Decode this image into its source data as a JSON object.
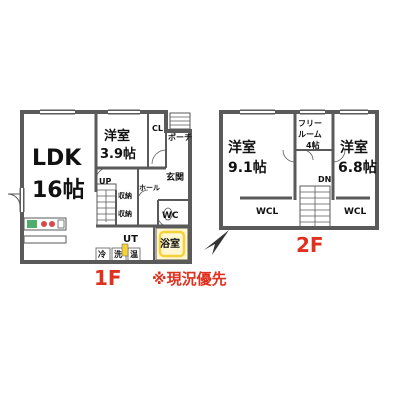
{
  "colors": {
    "wall": "#5a5a5a",
    "accent_red": "#e0301e",
    "fixture_yellow": "#f6d23a",
    "kitchen_green": "#4fae6e",
    "kitchen_red": "#d84a4a"
  },
  "floor1": {
    "label": "1F",
    "rooms": {
      "ldk_line1": "LDK",
      "ldk_line2": "16帖",
      "yoshitsu_line1": "洋室",
      "yoshitsu_line2": "3.9帖",
      "cl": "CL",
      "porch": "ポーチ",
      "up": "UP",
      "shuno1": "収納",
      "hall": "ホール",
      "genkan": "玄関",
      "shuno2": "収納",
      "wc": "WC",
      "ut": "UT",
      "rei": "冷",
      "sen": "洗",
      "on": "温",
      "yokushitsu": "浴室"
    }
  },
  "floor2": {
    "label": "2F",
    "rooms": {
      "room1_line1": "洋室",
      "room1_line2": "9.1帖",
      "free_line1": "フリー",
      "free_line2": "ルーム",
      "free_line3": "4帖",
      "room2_line1": "洋室",
      "room2_line2": "6.8帖",
      "dn": "DN",
      "wcl1": "WCL",
      "wcl2": "WCL"
    }
  },
  "note": "※現況優先",
  "icons": [
    "north-arrow-icon"
  ]
}
